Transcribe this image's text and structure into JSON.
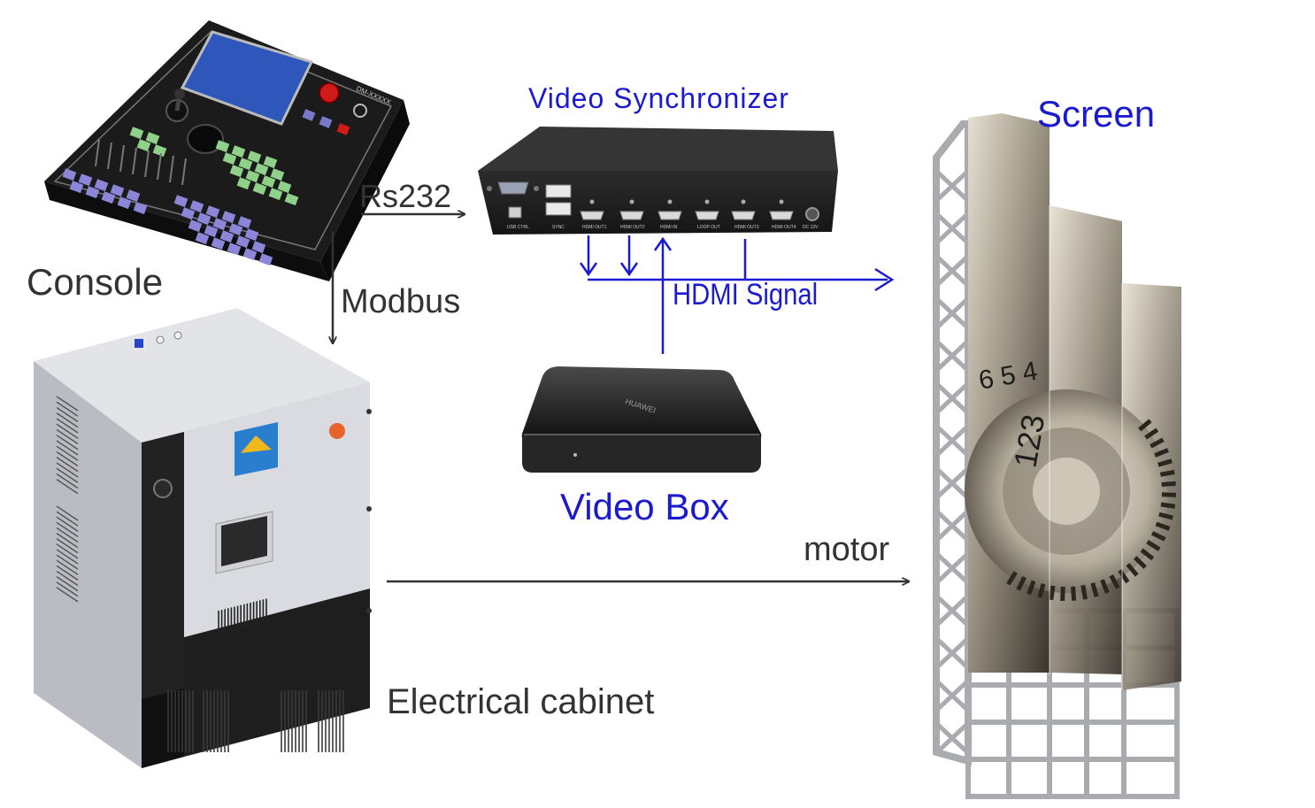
{
  "labels": {
    "console": "Console",
    "rs232": "Rs232",
    "modbus": "Modbus",
    "video_synchronizer": "Video Synchronizer",
    "screen": "Screen",
    "hdmi_signal": "HDMI Signal",
    "video_box": "Video Box",
    "motor": "motor",
    "electrical_cabinet": "Electrical cabinet"
  },
  "device_text": {
    "console_model": "DM-XXXXX",
    "synchronizer_ports": [
      "USB CTRL",
      "SYNC",
      "HDMI OUT1",
      "HDMI OUT2",
      "HDMI IN",
      "LOOP OUT",
      "HDMI OUT3",
      "HDMI OUT4",
      "DC 12V"
    ],
    "video_box_brand": "HUAWEI"
  },
  "colors": {
    "blue_flow": "#1a1ad0",
    "dark_flow": "#333333",
    "estop_red": "#d11a1a",
    "cabinet_button": "#e8632b"
  },
  "icons": {
    "console": "control-console-icon",
    "synchronizer": "video-synchronizer-icon",
    "video_box": "set-top-box-icon",
    "cabinet": "electrical-cabinet-icon",
    "screen": "led-screen-tower-icon"
  }
}
